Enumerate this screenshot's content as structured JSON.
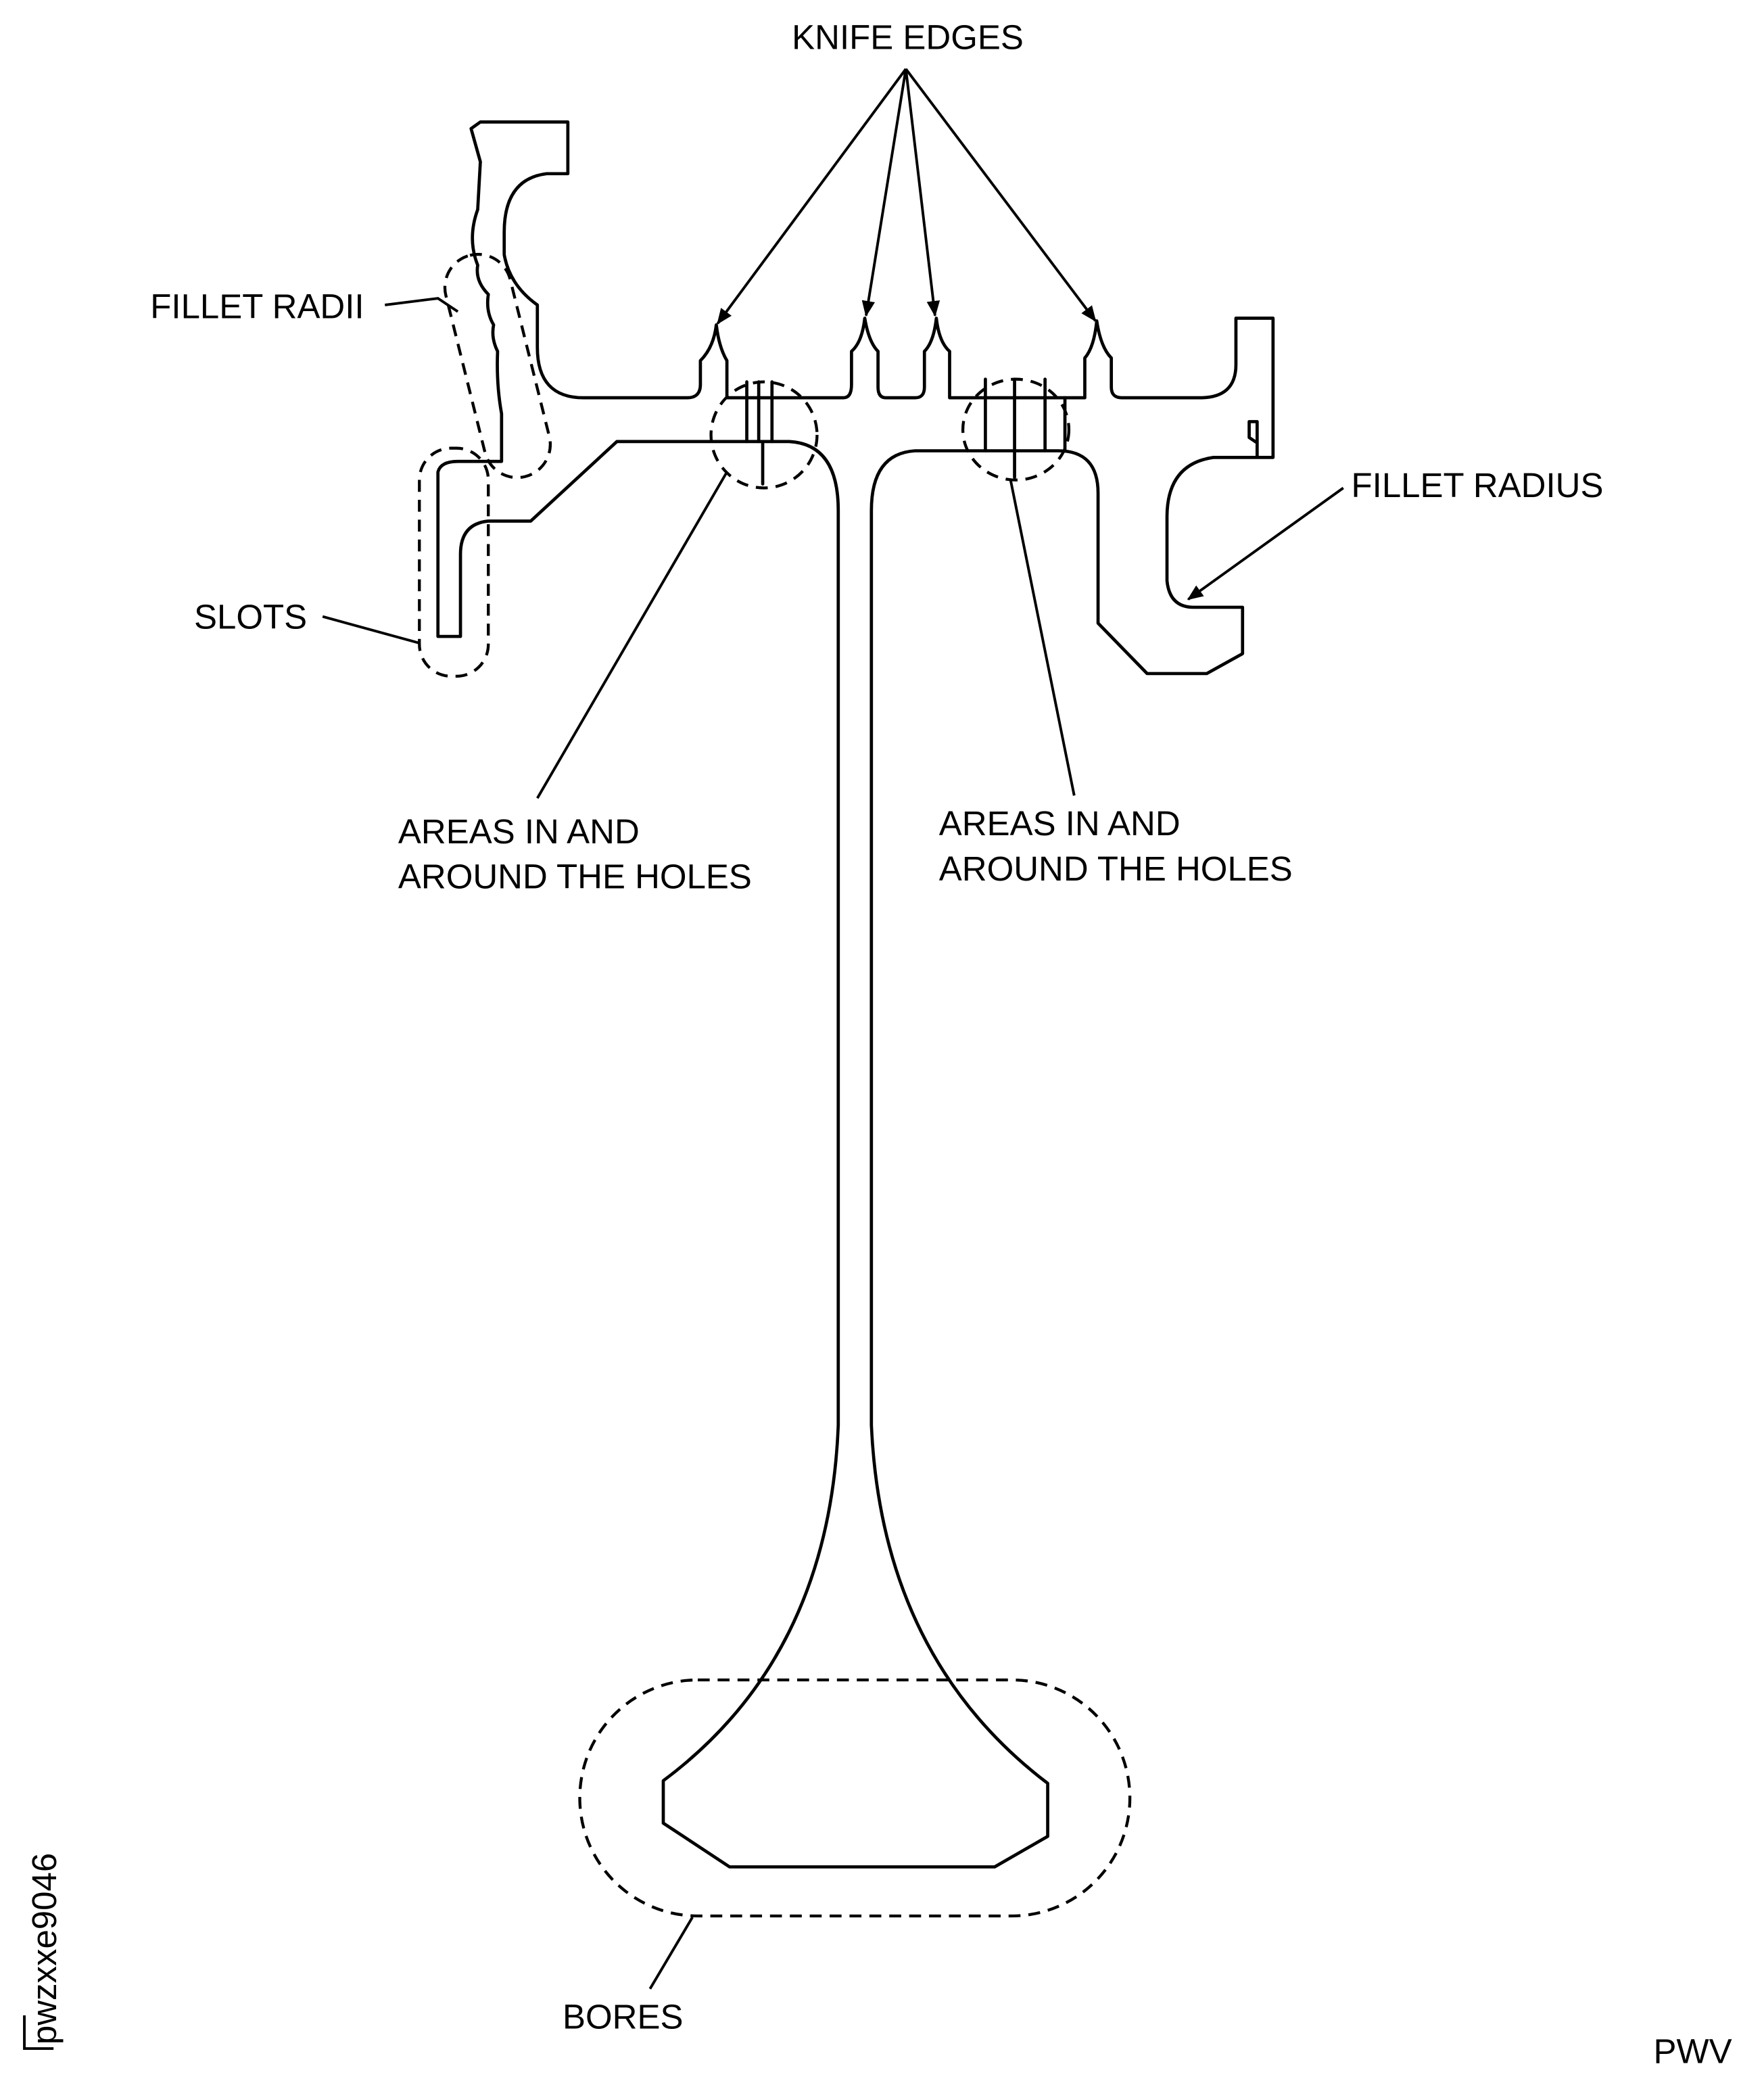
{
  "labels": {
    "knife_edges": "KNIFE EDGES",
    "fillet_radii": "FILLET RADII",
    "fillet_radius": "FILLET RADIUS",
    "slots": "SLOTS",
    "areas_left_line1": "AREAS IN AND",
    "areas_left_line2": "AROUND THE HOLES",
    "areas_right_line1": "AREAS IN AND",
    "areas_right_line2": "AROUND THE HOLES",
    "bores": "BORES"
  },
  "figure_id": "pwzxxe9046",
  "corner_code": "PWV",
  "colors": {
    "line": "#000000",
    "background": "#ffffff"
  }
}
